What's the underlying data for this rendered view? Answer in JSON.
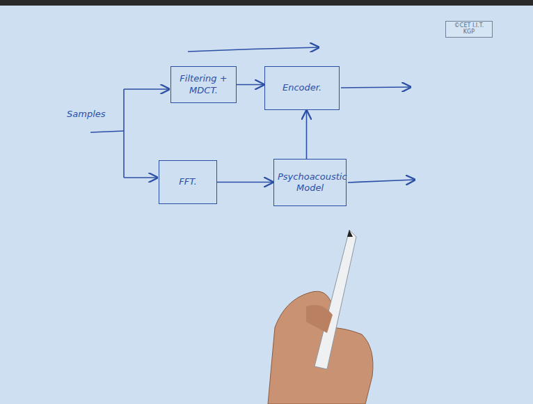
{
  "diagram": {
    "nodes": [
      {
        "text": [
          "Filtering + MDCT."
        ]
      },
      {
        "text": [
          "Encoder."
        ]
      },
      {
        "text": [
          "FFT."
        ]
      },
      {
        "text": [
          "Psychoacoustic Model"
        ]
      }
    ],
    "edges": [
      {
        "from": 0,
        "to": 1,
        "arrow": "to"
      },
      {
        "from": 2,
        "to": 3,
        "arrow": "to"
      },
      {
        "from": 3,
        "to": 1,
        "arrow": "to"
      }
    ],
    "labels": [
      "Samples",
      "©CET I.I.T. KGP"
    ]
  }
}
